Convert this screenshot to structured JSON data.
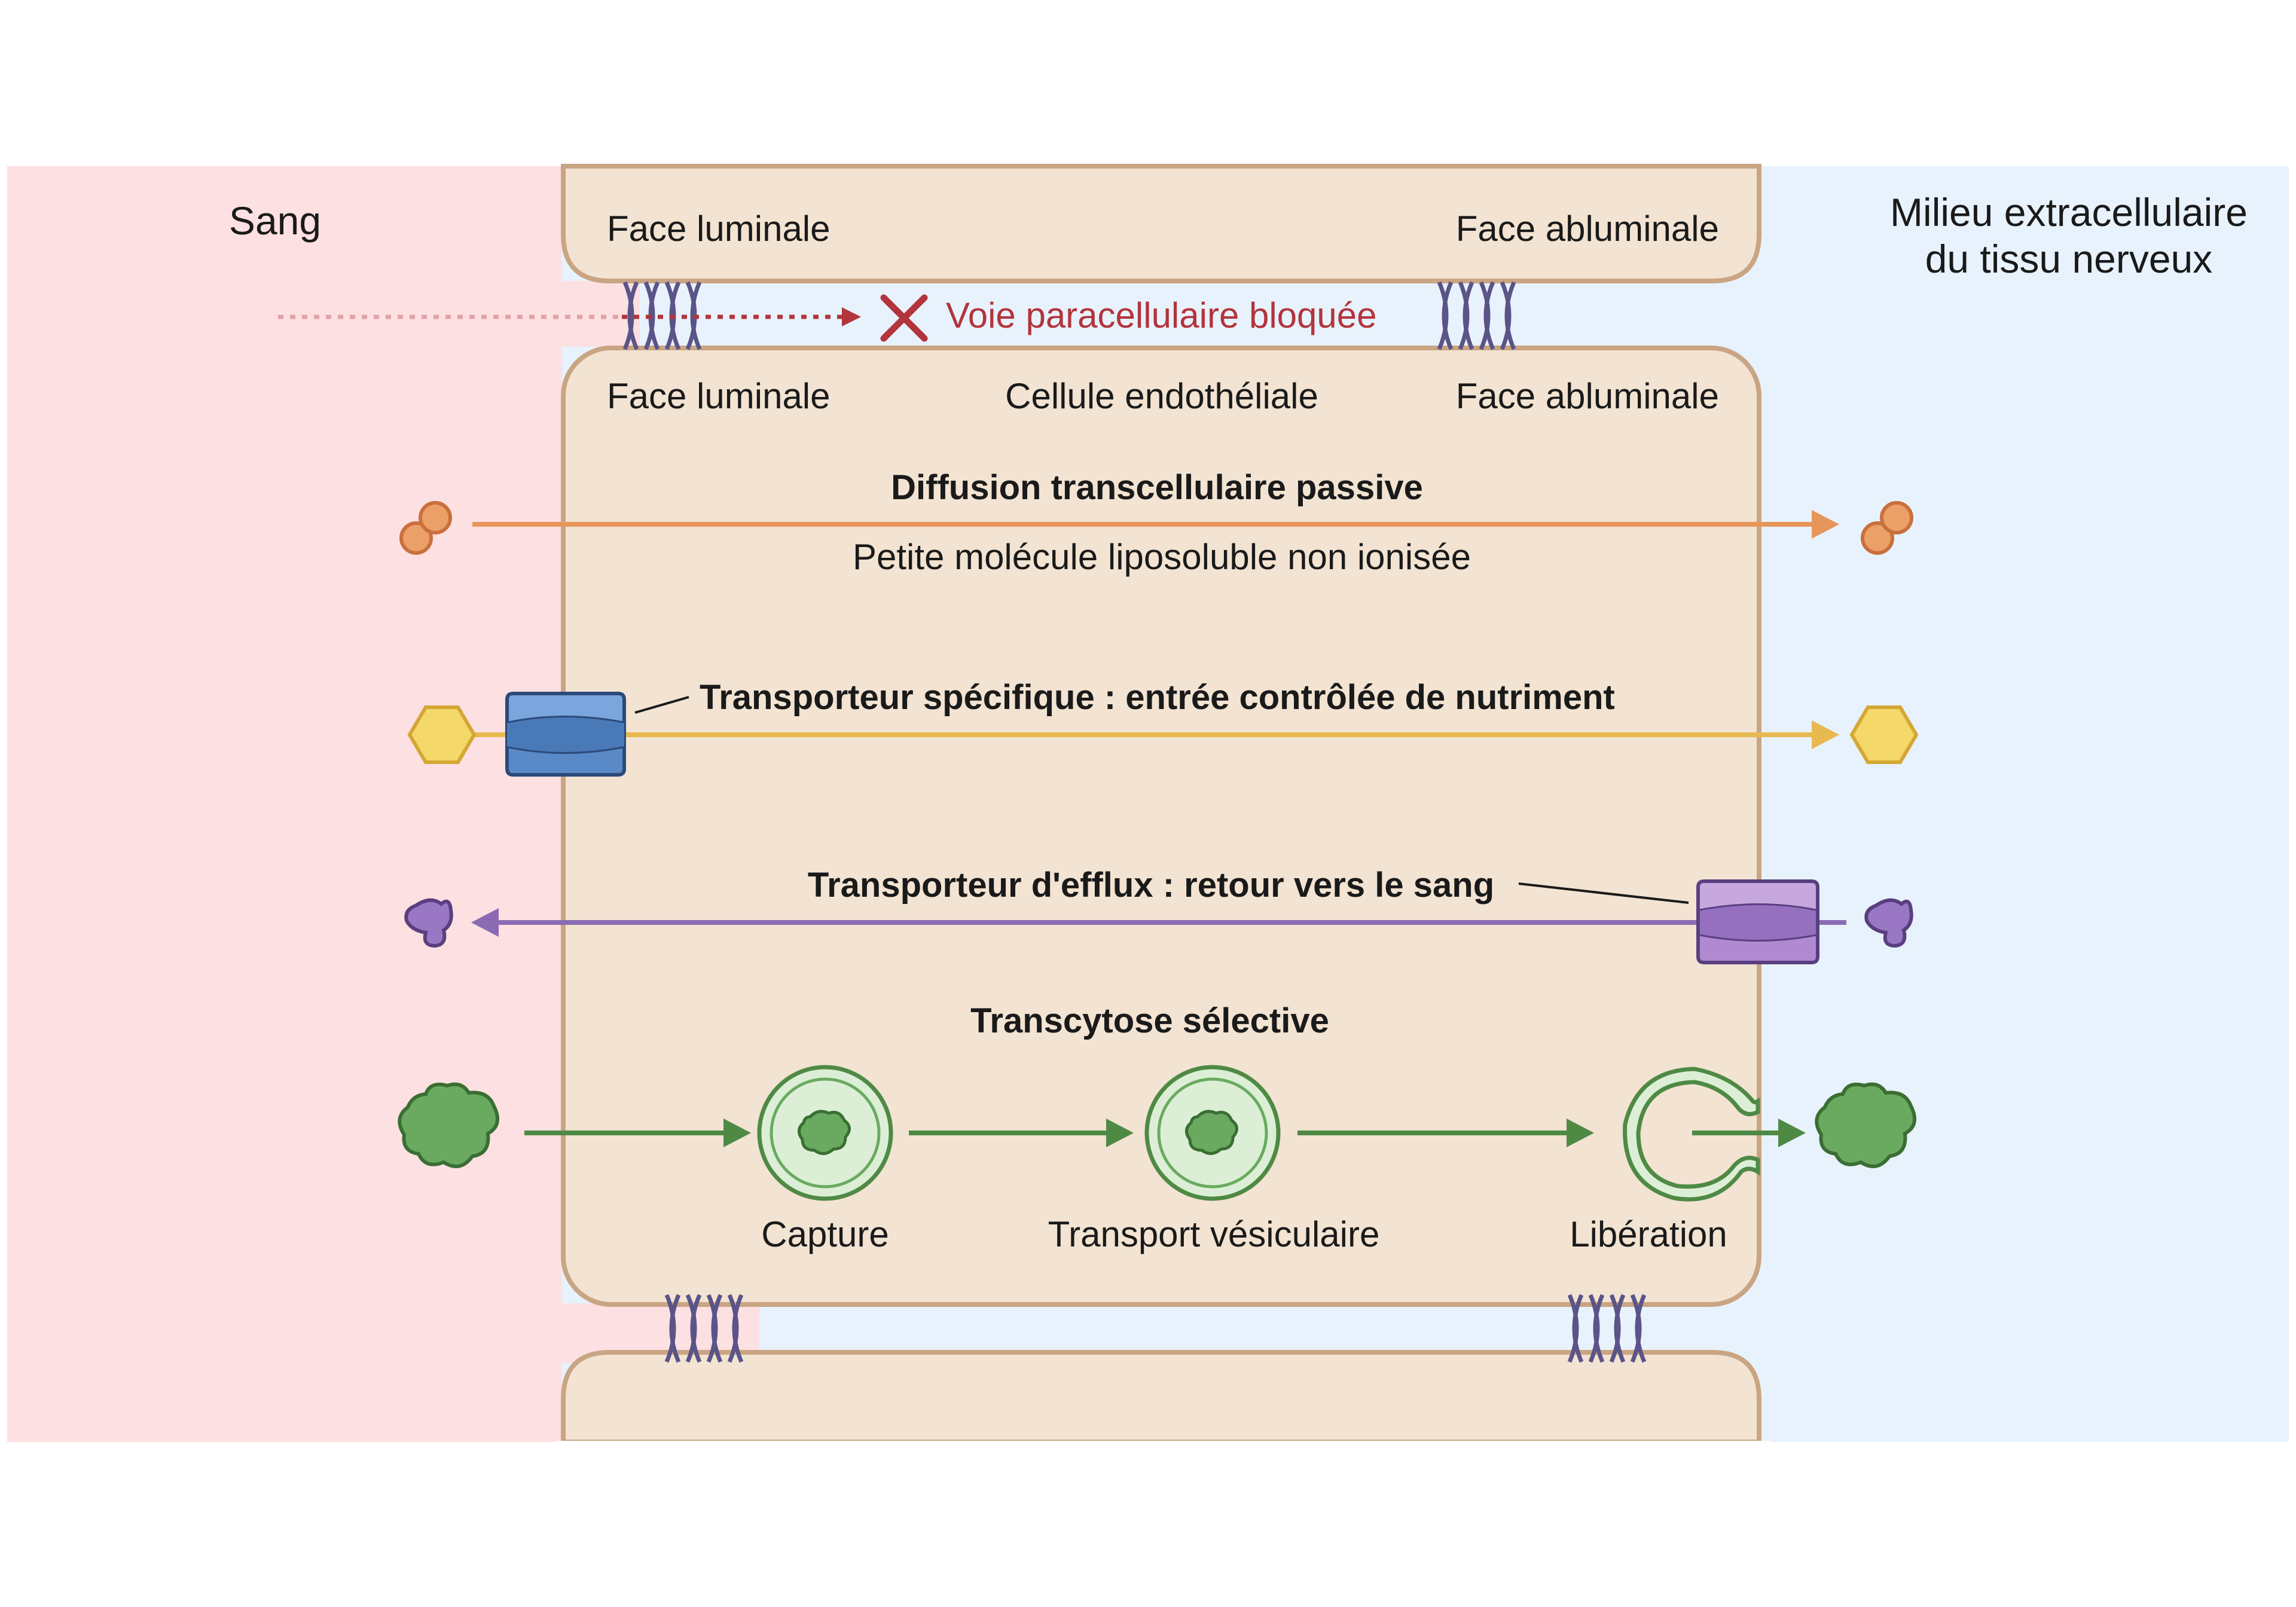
{
  "regions": {
    "blood": "Sang",
    "tissue_line1": "Milieu extracellulaire",
    "tissue_line2": "du tissu nerveux"
  },
  "cell_labels": {
    "luminal_top": "Face luminale",
    "abluminal_top": "Face abluminale",
    "luminal": "Face luminale",
    "abluminal": "Face abluminale",
    "cell_name": "Cellule endothéliale"
  },
  "paracellular": {
    "label": "Voie paracellulaire bloquée"
  },
  "pathways": {
    "passive_title": "Diffusion transcellulaire passive",
    "passive_subtitle": "Petite molécule liposoluble non ionisée",
    "transporter_label": "Transporteur spécifique : entrée contrôlée de nutriment",
    "efflux_label": "Transporteur d'efflux : retour vers le sang",
    "transcytosis_title": "Transcytose sélective"
  },
  "transcytosis_steps": {
    "capture": "Capture",
    "vesicular": "Transport vésiculaire",
    "release": "Libération"
  },
  "colors": {
    "blood_bg": "#fde0e2",
    "tissue_bg": "#e8f2fc",
    "cell_fill": "#f2e3d2",
    "cell_stroke": "#c9a583",
    "junction": "#5a5488",
    "blocked": "#b3343c",
    "passive": "#e8955a",
    "transporter": "#e8b94f",
    "efflux": "#8a6bb3",
    "transcytosis": "#4f8a45"
  }
}
